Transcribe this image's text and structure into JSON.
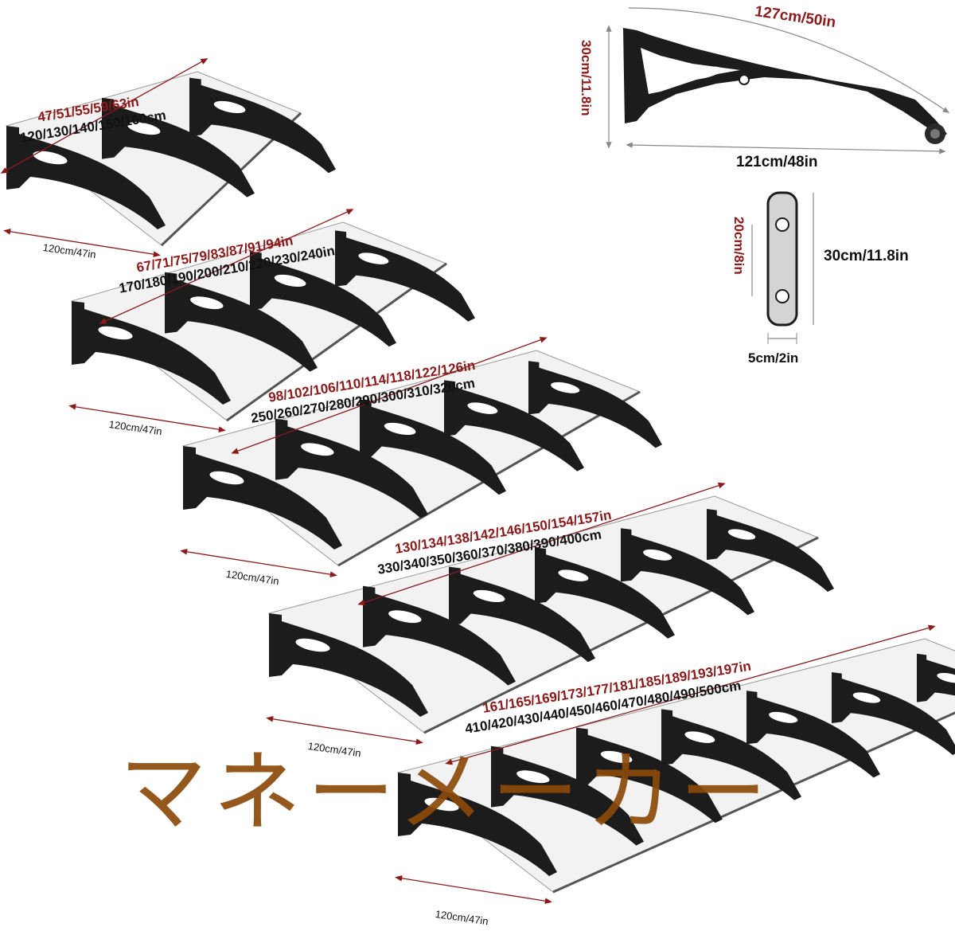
{
  "canopies": [
    {
      "inch_sizes": "47/51/55/59/63in",
      "cm_sizes": "120/130/140/150/160cm",
      "depth": "120cm/47in",
      "brackets": 3
    },
    {
      "inch_sizes": "67/71/75/79/83/87/91/94in",
      "cm_sizes": "170/180/190/200/210/220/230/240in",
      "depth": "120cm/47in",
      "brackets": 4
    },
    {
      "inch_sizes": "98/102/106/110/114/118/122/126in",
      "cm_sizes": "250/260/270/280/290/300/310/320cm",
      "depth": "120cm/47in",
      "brackets": 5
    },
    {
      "inch_sizes": "130/134/138/142/146/150/154/157in",
      "cm_sizes": "330/340/350/360/370/380/390/400cm",
      "depth": "120cm/47in",
      "brackets": 6
    },
    {
      "inch_sizes": "161/165/169/173/177/181/185/189/193/197in",
      "cm_sizes": "410/420/430/440/450/460/470/480/490/500cm",
      "depth": "120cm/47in",
      "brackets": 7
    }
  ],
  "bracket_detail": {
    "arc_length": "127cm/50in",
    "height": "30cm/11.8in",
    "reach": "121cm/48in"
  },
  "plate_detail": {
    "hole_spacing": "20cm/8in",
    "height": "30cm/11.8in",
    "width": "5cm/2in"
  },
  "watermark": "マネーメーカー",
  "colors": {
    "accent": "#8b1a1a",
    "text": "#111111",
    "bracket": "#1a1a1a",
    "watermark": "#8b4a0a"
  }
}
